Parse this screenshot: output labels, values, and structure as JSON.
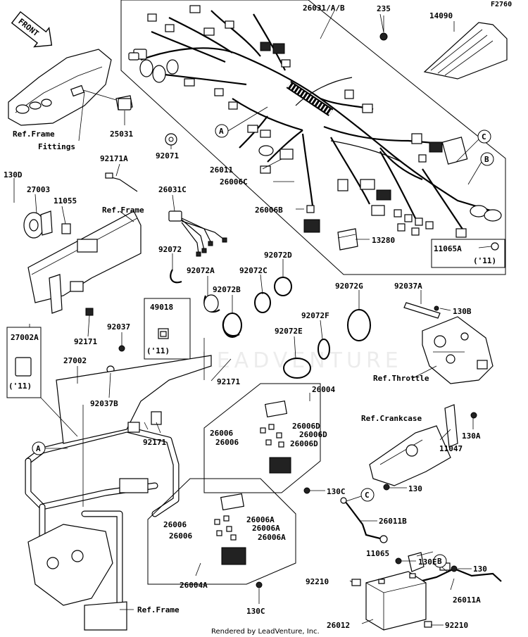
{
  "figure_code": "F2760",
  "footer": "Rendered by LeadVenture, Inc.",
  "watermark": "LEADVENTURE",
  "front_label": "FRONT",
  "callouts": {
    "A": "A",
    "B": "B",
    "C": "C"
  },
  "refs": {
    "frame_fittings_1": "Ref.Frame",
    "frame_fittings_2": "Fittings",
    "frame_upper": "Ref.Frame",
    "throttle": "Ref.Throttle",
    "crankcase": "Ref.Crankcase",
    "frame_lower": "Ref.Frame"
  },
  "parts": {
    "p26031AB": "26031/A/B",
    "p235": "235",
    "p14090": "14090",
    "p25031": "25031",
    "p92071": "92071",
    "p92171A": "92171A",
    "p130D": "130D",
    "p27003": "27003",
    "p11055": "11055",
    "p26011": "26011",
    "p26006C": "26006C",
    "p26031C": "26031C",
    "p26006B": "26006B",
    "p13280": "13280",
    "p11065A": "11065A",
    "p11065A_year": "('11)",
    "p92072": "92072",
    "p92072A": "92072A",
    "p92072B": "92072B",
    "p92072C": "92072C",
    "p92072D": "92072D",
    "p92072G": "92072G",
    "p92037A": "92037A",
    "p130B": "130B",
    "p49018": "49018",
    "p49018_year": "('11)",
    "p92072F": "92072F",
    "p92072E": "92072E",
    "p27002A": "27002A",
    "p27002A_year": "('11)",
    "p92171_a": "92171",
    "p92037": "92037",
    "p27002": "27002",
    "p92037B": "92037B",
    "p92171_b": "92171",
    "p26004": "26004",
    "p92171_c": "92171",
    "p26006_1": "26006",
    "p26006D_1": "26006D",
    "p26006D_2": "26006D",
    "p26006_2": "26006",
    "p26006D_3": "26006D",
    "p130A": "130A",
    "p11047": "11047",
    "p130C_1": "130C",
    "p130": "130",
    "p26011B": "26011B",
    "p26006_3": "26006",
    "p26006A_1": "26006A",
    "p26006A_2": "26006A",
    "p26006_4": "26006",
    "p26006A_3": "26006A",
    "p130E": "130E",
    "p11065": "11065",
    "p130_2": "130",
    "p92210_1": "92210",
    "p26011A": "26011A",
    "p26004A": "26004A",
    "p130C_2": "130C",
    "p26012": "26012",
    "p92210_2": "92210"
  }
}
